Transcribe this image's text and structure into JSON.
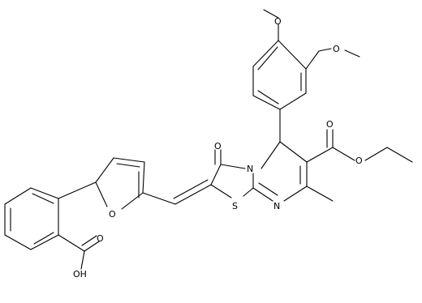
{
  "molecule": {
    "atom_labels": {
      "o_methoxy_top": "O",
      "o_methoxy_right": "O",
      "o_ketone": "O",
      "n_ring": "N",
      "o_ester_carbonyl": "O",
      "o_ester": "O",
      "o_furan": "O",
      "s_thiazole": "S",
      "n_imine": "N",
      "o_acid_carbonyl": "O",
      "oh_acid": "OH"
    }
  }
}
